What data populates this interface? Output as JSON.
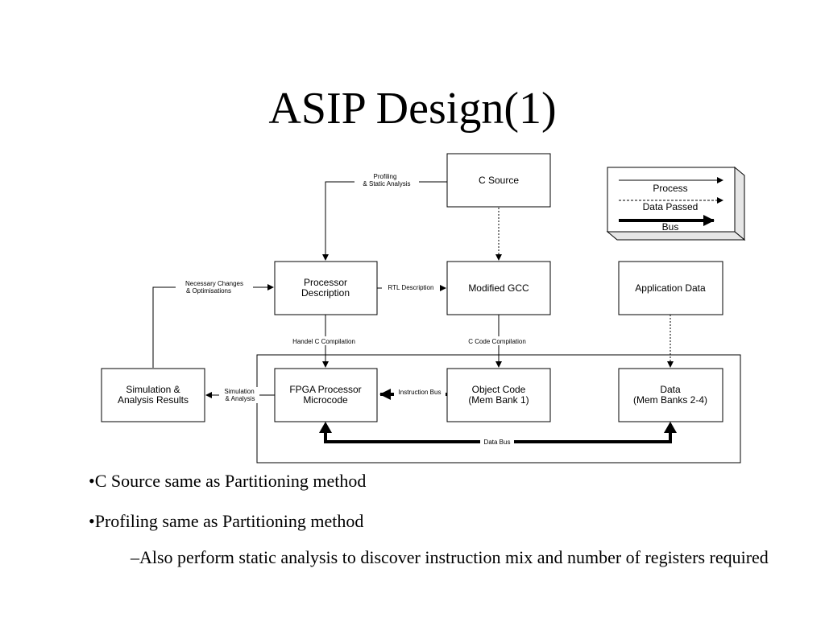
{
  "title": "ASIP Design(1)",
  "legend": {
    "process": "Process",
    "data_passed": "Data Passed",
    "bus": "Bus"
  },
  "boxes": {
    "c_source": "C Source",
    "processor_description": [
      "Processor",
      "Description"
    ],
    "modified_gcc": "Modified GCC",
    "application_data": "Application Data",
    "simulation_results": [
      "Simulation &",
      "Analysis Results"
    ],
    "fpga_microcode": [
      "FPGA Processor",
      "Microcode"
    ],
    "object_code": [
      "Object Code",
      "(Mem Bank 1)"
    ],
    "data_banks": [
      "Data",
      "(Mem Banks 2-4)"
    ]
  },
  "edge_labels": {
    "profiling": [
      "Profiling",
      "& Static Analysis"
    ],
    "necessary_changes": [
      "Necessary Changes",
      "& Optimisations"
    ],
    "rtl_description": "RTL Description",
    "handel_c": "Handel C Compilation",
    "c_code_compilation": "C Code Compilation",
    "simulation_analysis": [
      "Simulation",
      "& Analysis"
    ],
    "instruction_bus": "Instruction Bus",
    "data_bus": "Data Bus"
  },
  "bullets": [
    "•C Source same as Partitioning method",
    "•Profiling same as Partitioning method"
  ],
  "sub_bullet": "–Also perform static analysis to discover instruction mix and number of registers required"
}
